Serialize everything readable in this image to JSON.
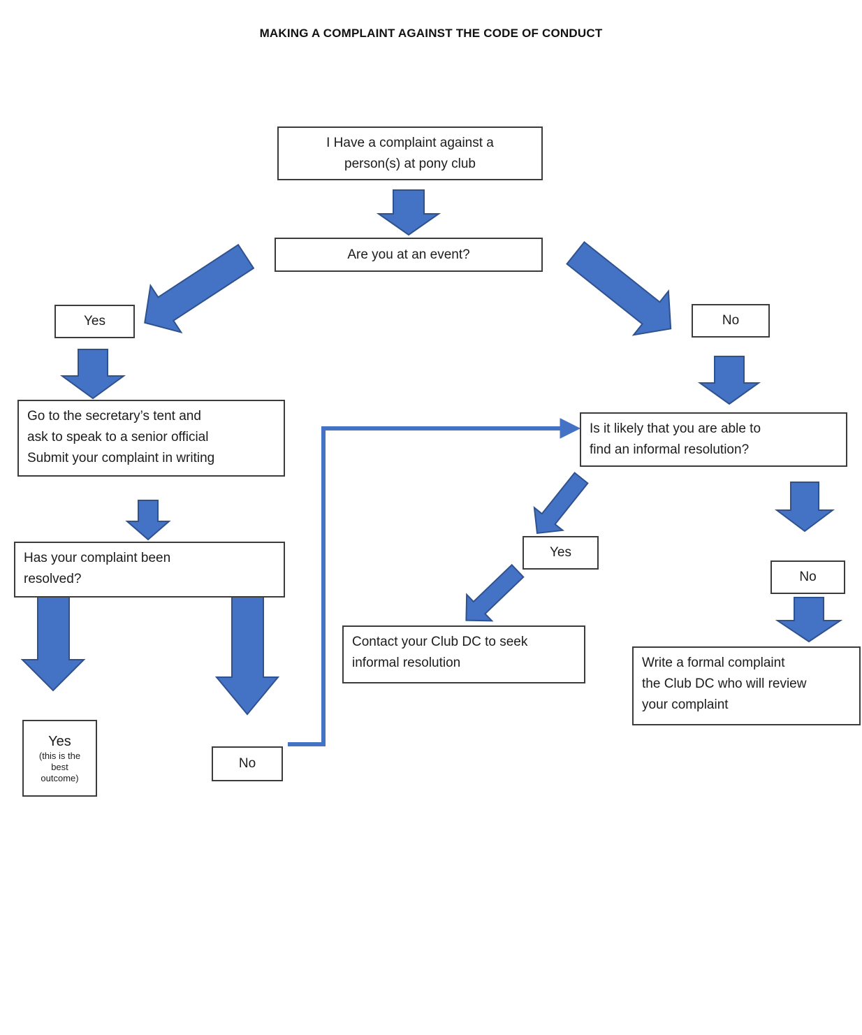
{
  "title": "MAKING A COMPLAINT AGAINST THE CODE OF CONDUCT",
  "colors": {
    "arrow_fill": "#4472C4",
    "arrow_border": "#2F528F",
    "box_border": "#3c3c3c"
  },
  "nodes": {
    "start": {
      "text": "I Have a complaint against a\nperson(s) at pony club"
    },
    "at_event": {
      "text": "Are you at an event?"
    },
    "at_event_yes": {
      "text": "Yes"
    },
    "at_event_no": {
      "text": "No"
    },
    "secretary": {
      "text": "Go to the secretary’s tent and\nask to speak to a senior official\nSubmit your complaint in writing"
    },
    "resolved": {
      "text": "Has your complaint been\nresolved?"
    },
    "resolved_yes": {
      "text": "Yes",
      "note": "(this is the\nbest\noutcome)"
    },
    "resolved_no": {
      "text": "No"
    },
    "informal": {
      "text": "Is it likely that you are able to\nfind an informal resolution?"
    },
    "informal_yes": {
      "text": "Yes"
    },
    "informal_no": {
      "text": "No"
    },
    "contact_dc": {
      "text": "Contact your Club DC to seek\ninformal resolution"
    },
    "formal_complaint": {
      "text": "Write a formal complaint\nthe Club DC who will review\nyour complaint"
    }
  }
}
